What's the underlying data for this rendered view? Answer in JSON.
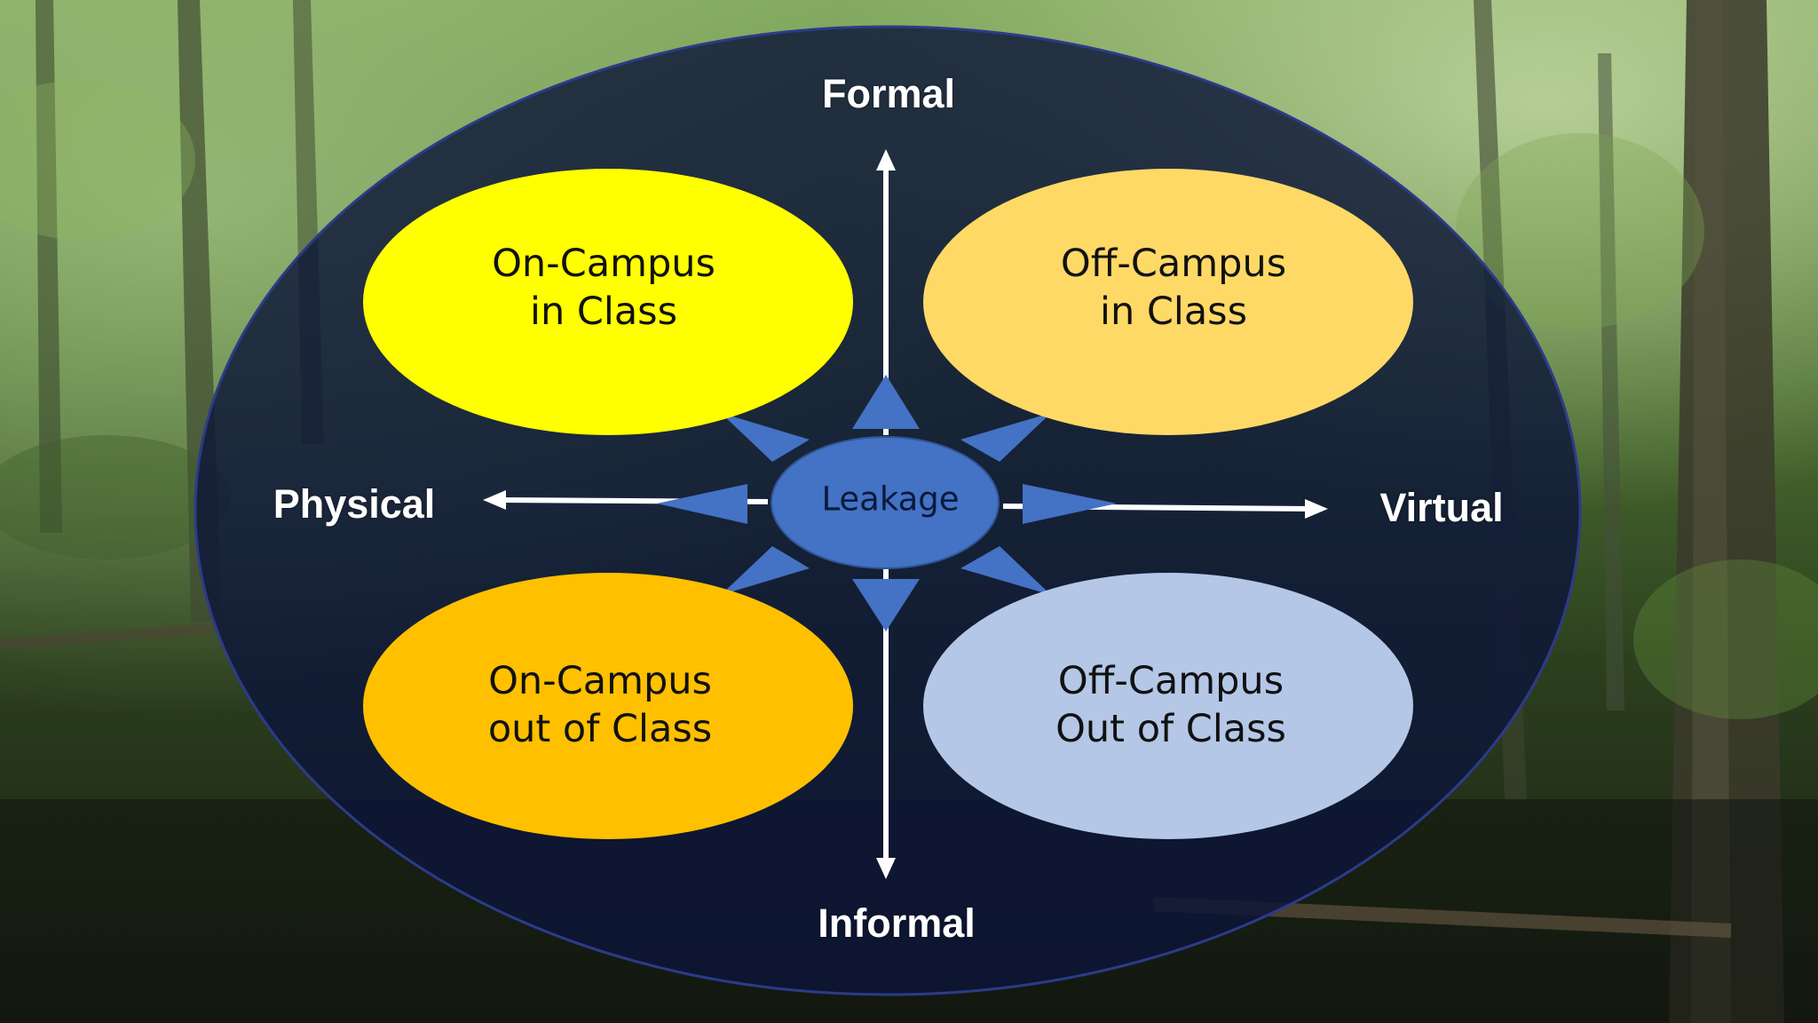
{
  "diagram": {
    "axes": {
      "top": "Formal",
      "bottom": "Informal",
      "left": "Physical",
      "right": "Virtual"
    },
    "center": "Leakage",
    "quadrants": {
      "top_left": {
        "line1": "On-Campus",
        "line2": "in Class",
        "color": "#ffff00"
      },
      "top_right": {
        "line1": "Off-Campus",
        "line2": "in Class",
        "color": "#ffd966"
      },
      "bottom_left": {
        "line1": "On-Campus",
        "line2": "out of Class",
        "color": "#ffc000"
      },
      "bottom_right": {
        "line1": "Off-Campus",
        "line2": "Out of Class",
        "color": "#b4c7e7"
      }
    },
    "colors": {
      "outer_ellipse": "#0c1538",
      "outer_border": "#2c3b8a",
      "center_fill": "#4472c4",
      "arrowheads": "#4472c4",
      "axis_lines": "#ffffff",
      "labels": "#ffffff"
    }
  }
}
